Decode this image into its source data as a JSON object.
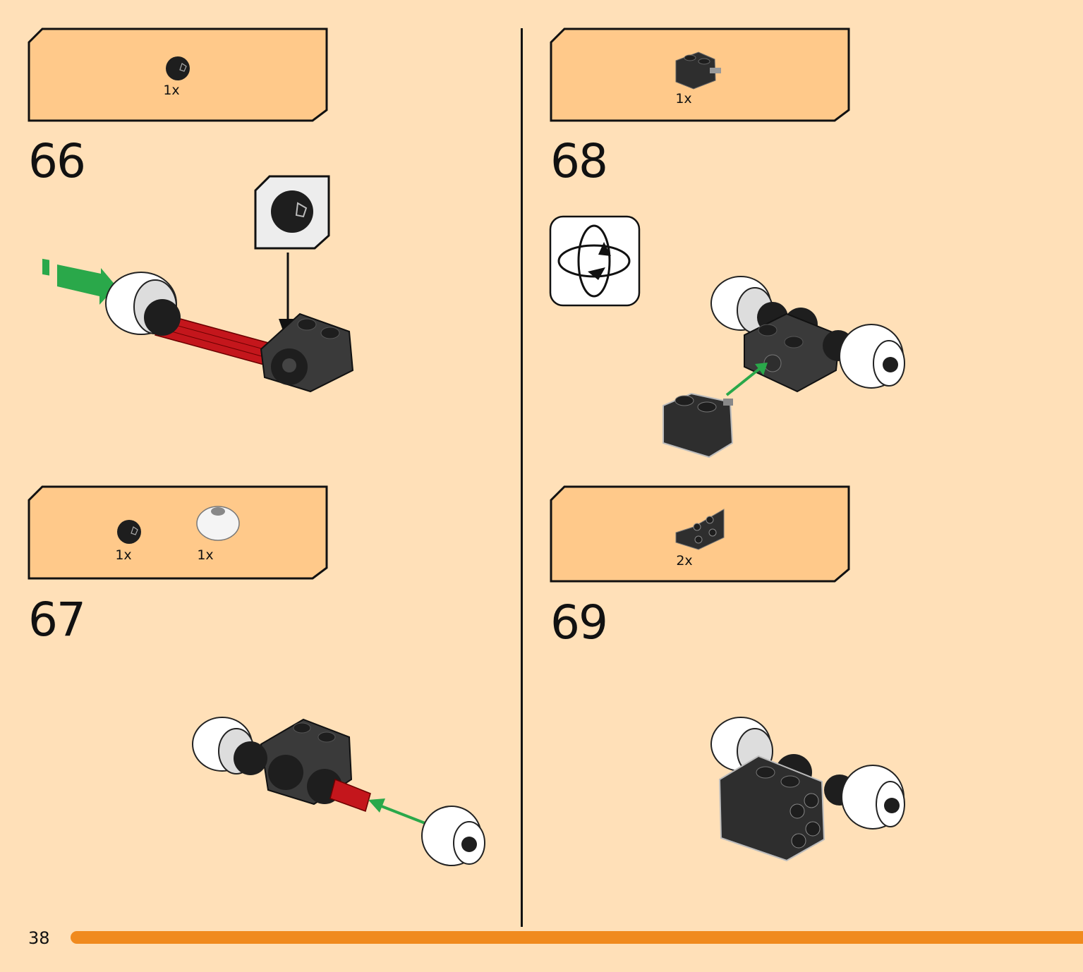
{
  "page": {
    "number": "38"
  },
  "steps": [
    {
      "number": "66",
      "parts": [
        {
          "name": "black-ball-joint",
          "qty": "1x"
        }
      ]
    },
    {
      "number": "67",
      "parts": [
        {
          "name": "black-ball-joint",
          "qty": "1x"
        },
        {
          "name": "white-round-dome-brick",
          "qty": "1x"
        }
      ]
    },
    {
      "number": "68",
      "parts": [
        {
          "name": "black-brick-1x2-with-pin",
          "qty": "1x"
        }
      ]
    },
    {
      "number": "69",
      "parts": [
        {
          "name": "black-bracket-plate",
          "qty": "2x"
        }
      ]
    }
  ],
  "colors": {
    "page_bg": "#FFE0B8",
    "callout_bg": "#FFC98A",
    "progress": "#F08A1E",
    "arrow_green": "#2AA84A",
    "axle_red": "#C4161C",
    "brick_dark": "#3A3A3A",
    "brick_black": "#1E1E1E"
  },
  "icons": [
    "rotate-model-icon"
  ]
}
